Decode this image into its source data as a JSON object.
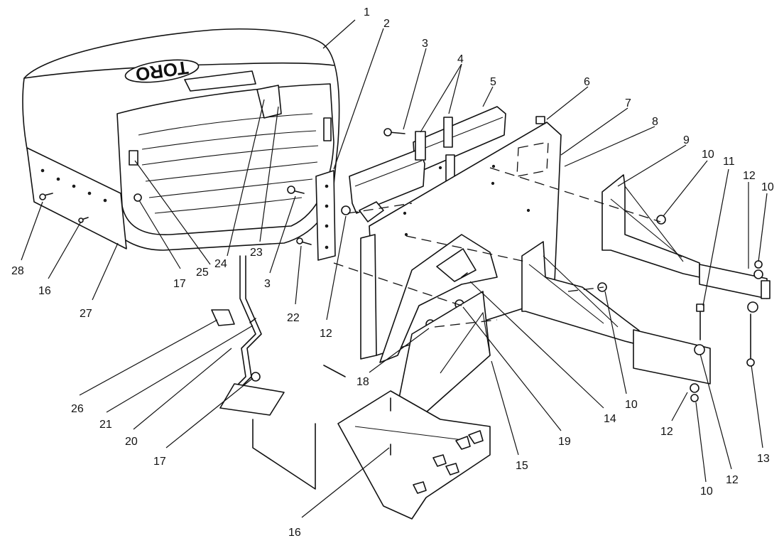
{
  "diagram": {
    "brand_logo": "TORO",
    "callouts": [
      "1",
      "2",
      "3",
      "4",
      "5",
      "6",
      "7",
      "8",
      "9",
      "10",
      "11",
      "12",
      "10",
      "28",
      "16",
      "27",
      "17",
      "25",
      "24",
      "23",
      "3",
      "22",
      "12",
      "26",
      "21",
      "20",
      "17",
      "18",
      "16",
      "15",
      "19",
      "14",
      "10",
      "12",
      "10",
      "12",
      "13"
    ]
  }
}
